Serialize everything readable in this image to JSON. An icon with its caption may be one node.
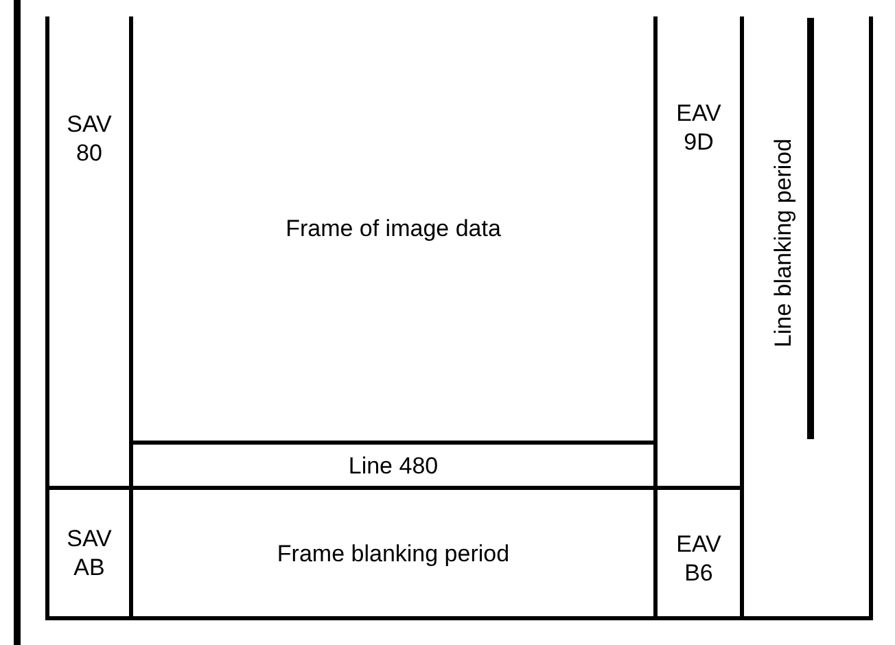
{
  "diagram": {
    "nodes": [
      {
        "text": [
          "SAV 80"
        ]
      },
      {
        "text": [
          "Frame of image data"
        ]
      },
      {
        "text": [
          "Line 480"
        ]
      },
      {
        "text": [
          "EAV 9D"
        ]
      },
      {
        "text": [
          "Line blanking period"
        ]
      },
      {
        "text": [
          "SAV AB"
        ]
      },
      {
        "text": [
          "Frame blanking period"
        ]
      },
      {
        "text": [
          "EAV B6"
        ]
      }
    ]
  }
}
